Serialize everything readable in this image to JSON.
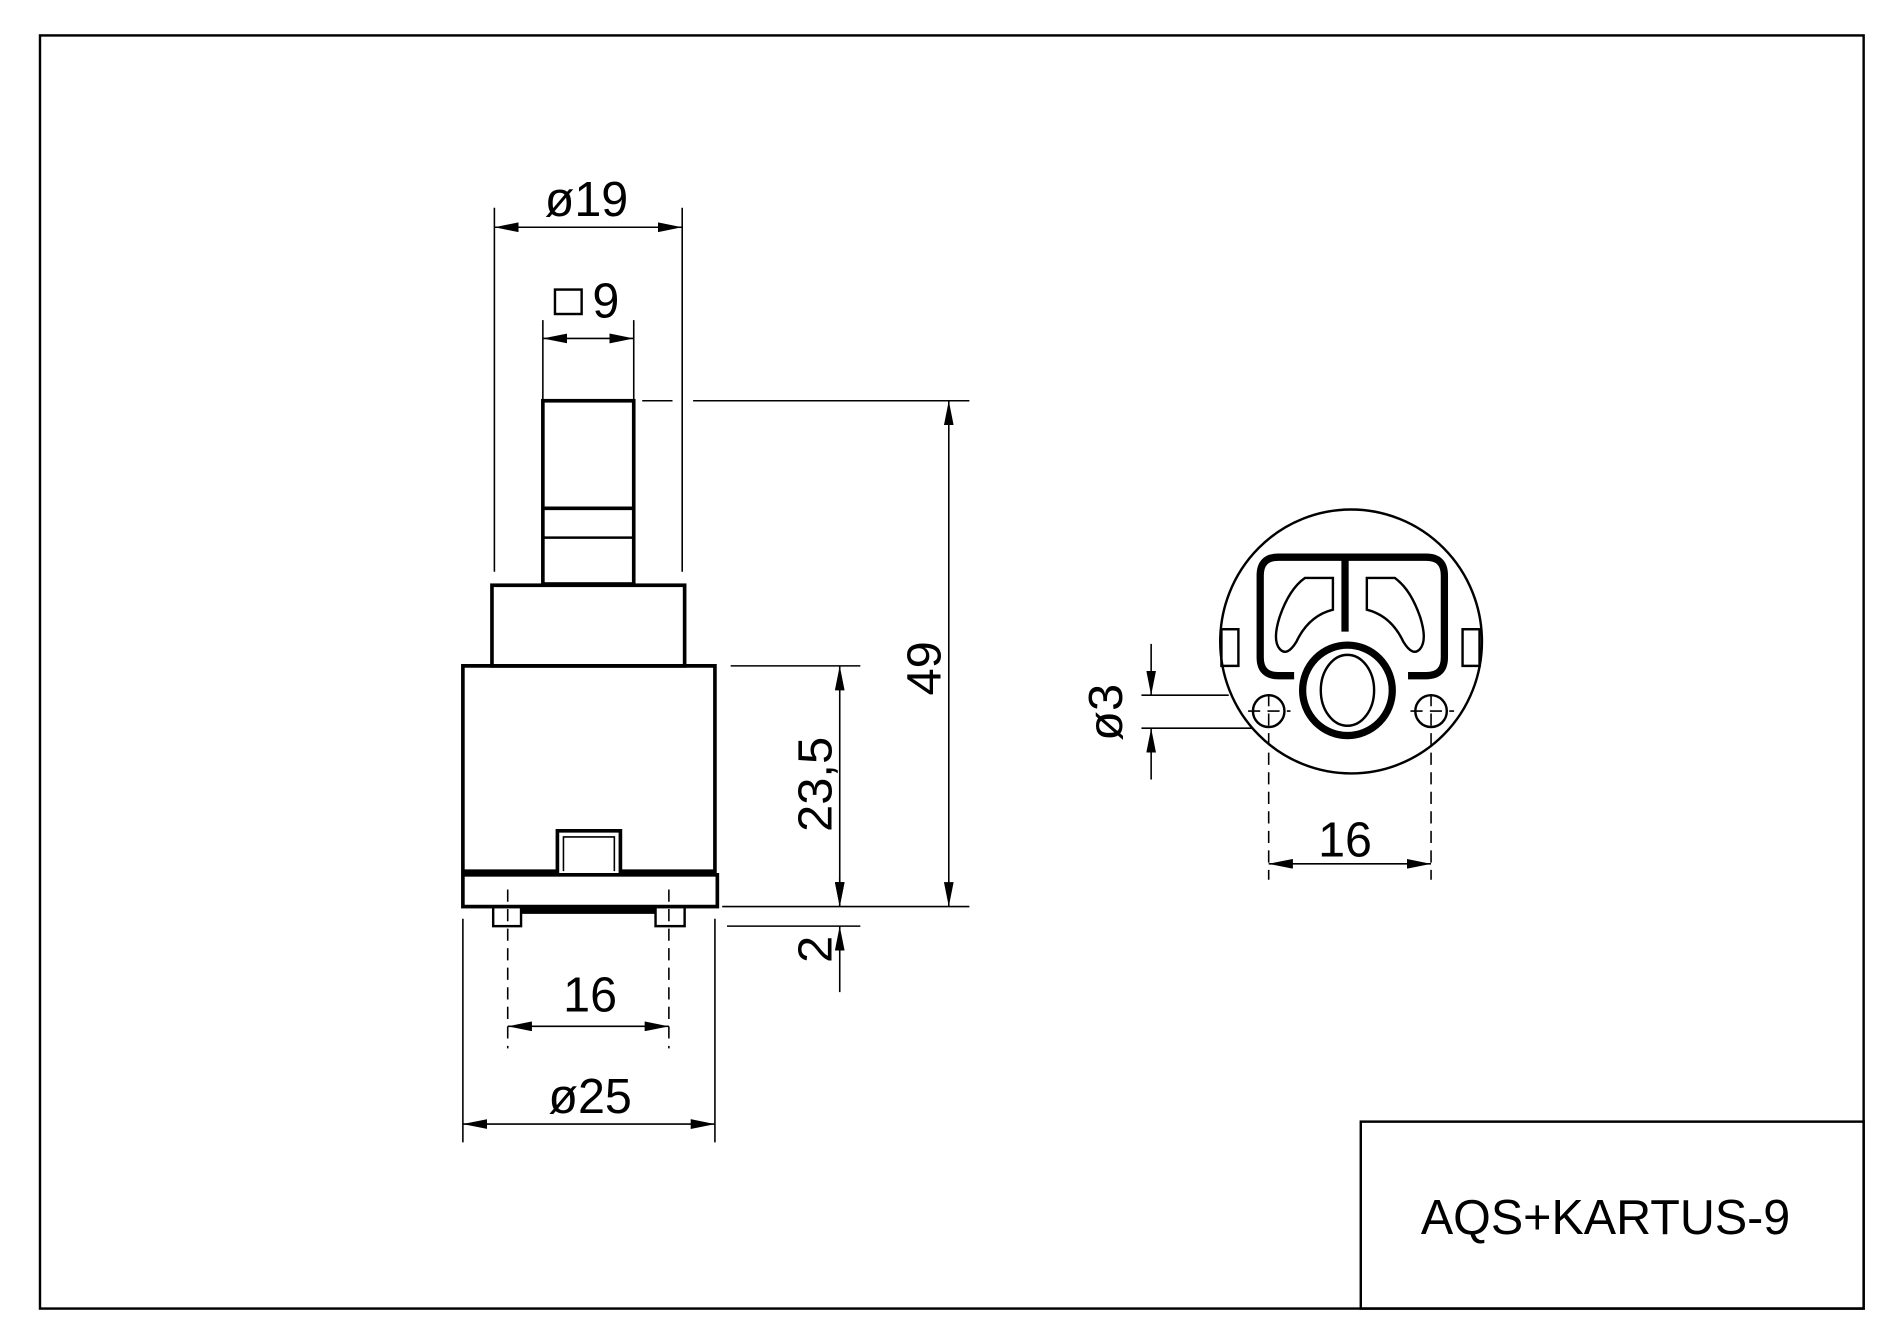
{
  "title_block": {
    "title": "AQS+KARTUS-9"
  },
  "side_view": {
    "stem_diameter": "ø19",
    "stem_square": "9",
    "total_height": "49",
    "body_height": "23,5",
    "pin_height": "2",
    "pin_spacing": "16",
    "body_diameter": "ø25"
  },
  "bottom_view": {
    "hole_diameter": "ø3",
    "hole_spacing": "16"
  }
}
